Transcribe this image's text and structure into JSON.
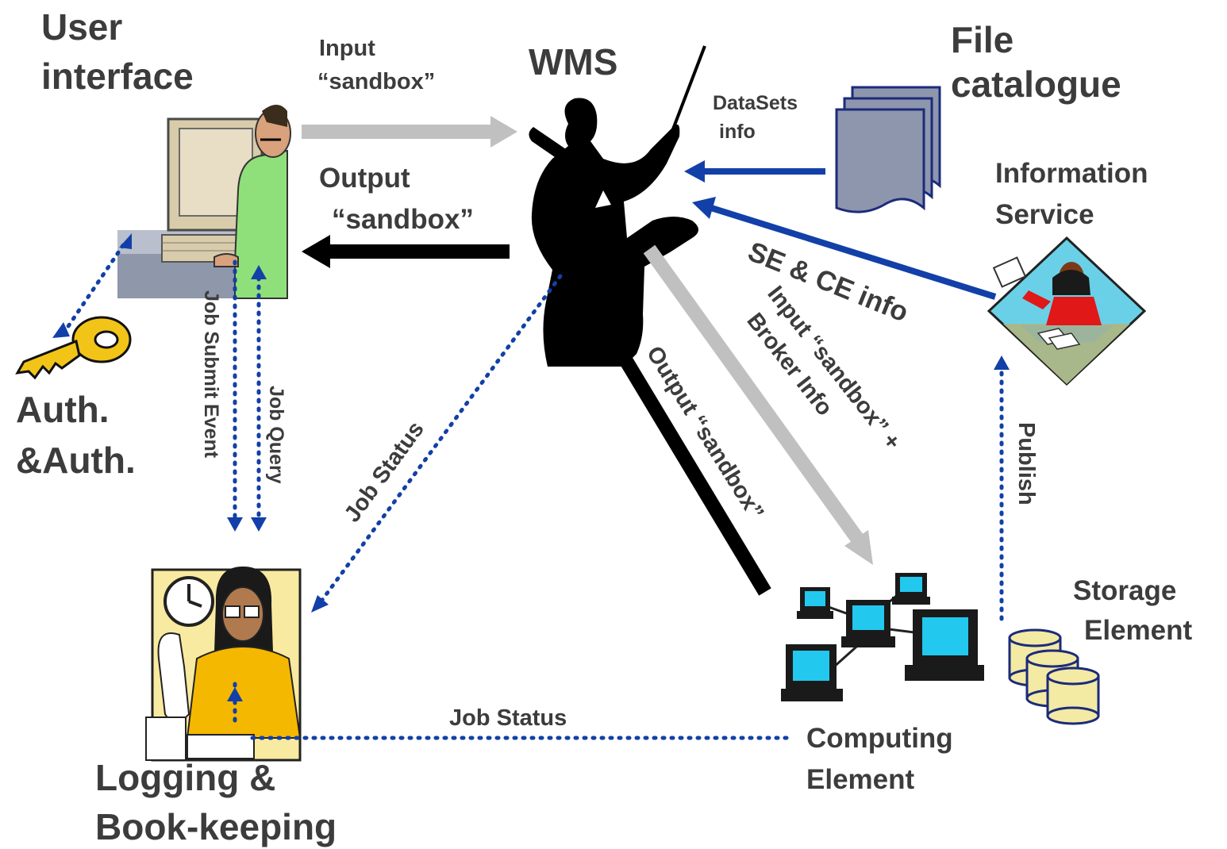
{
  "nodes": {
    "user_interface": [
      "User",
      "interface"
    ],
    "wms": "WMS",
    "file_catalogue": [
      "File",
      "catalogue"
    ],
    "information_service": [
      "Information",
      "Service"
    ],
    "auth": [
      "Auth.",
      "&Auth."
    ],
    "logging": [
      "Logging &",
      "Book-keeping"
    ],
    "computing_element": [
      "Computing",
      "Element"
    ],
    "storage_element": [
      "Storage",
      "Element"
    ]
  },
  "edges": {
    "input_sandbox": [
      "Input",
      "“sandbox”"
    ],
    "output_sandbox": [
      "Output",
      "“sandbox”"
    ],
    "datasets_info": [
      "DataSets",
      "info"
    ],
    "se_ce_info": "SE & CE info",
    "job_submit_event": "Job Submit Event",
    "job_query": "Job Query",
    "job_status_wms": "Job Status",
    "job_status_ce": "Job Status",
    "input_sandbox_broker": [
      "Input “sandbox” +",
      "Broker Info"
    ],
    "output_sandbox_ce": "Output “sandbox”",
    "publish": "Publish"
  },
  "colors": {
    "blue": "#1240a8",
    "gray_arrow": "#c0c0c0",
    "black_arrow": "#000000",
    "label": "#3c3c3c"
  },
  "icons": {
    "user_interface": "computer-user-icon",
    "wms": "conductor-icon",
    "file_catalogue": "documents-stack-icon",
    "information_service": "clerk-diamond-icon",
    "auth": "key-icon",
    "logging": "bookkeeper-icon",
    "computing_element": "computer-network-icon",
    "storage_element": "database-cylinders-icon"
  }
}
